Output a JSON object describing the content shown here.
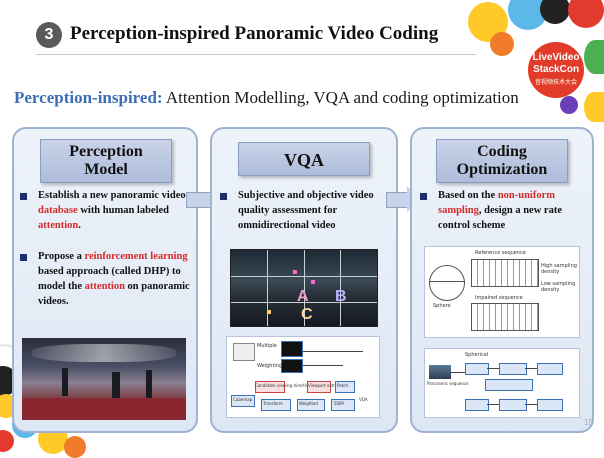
{
  "header": {
    "number": "3",
    "title": "Perception-inspired Panoramic Video Coding"
  },
  "subtitle": {
    "highlight": "Perception-inspired:",
    "rest": " Attention Modelling, VQA and coding optimization"
  },
  "logo": {
    "line1": "LiveVideo",
    "line2": "StackCon",
    "line3": "音视频技术大会"
  },
  "panels": [
    {
      "heading_line1": "Perception",
      "heading_line2": "Model",
      "bullets": [
        {
          "parts": [
            "Establish a new panoramic video ",
            "database",
            " with human labeled ",
            "attention",
            "."
          ]
        },
        {
          "parts": [
            "Propose a ",
            "reinforcement learning",
            " based approach (called DHP) to model the ",
            "attention",
            " on panoramic videos."
          ]
        }
      ]
    },
    {
      "heading_line1": "VQA",
      "bullets": [
        {
          "parts": [
            "Subjective and objective video quality assessment for omnidirectional video"
          ]
        }
      ],
      "figure_labels": [
        "A",
        "B",
        "C"
      ]
    },
    {
      "heading_line1": "Coding",
      "heading_line2": "Optimization",
      "bullets": [
        {
          "parts": [
            "Based on the ",
            "non-uniform sampling",
            ", design a new rate control scheme"
          ]
        }
      ],
      "figure1": {
        "ref": "Reference sequence",
        "imp": "Impaired sequence",
        "sphere": "Sphere",
        "high": "High sampling density",
        "low": "Low sampling density"
      },
      "figure2": {
        "label1": "Spherical",
        "label2": "Panoramic sequence"
      }
    }
  ],
  "diagram": {
    "labels": [
      "Multiple",
      "Weighting",
      "Candidate viewing directions",
      "Viewport extraction",
      "Cubemap",
      "Transform",
      "Patch",
      "Weighted",
      "SSIM",
      "VQA"
    ]
  },
  "slide_number": "15",
  "colors": {
    "accent_blue": "#3d6db5",
    "accent_red": "#d62a2a",
    "bullet": "#1f2f6b",
    "panel_border": "#9fb2cf"
  }
}
